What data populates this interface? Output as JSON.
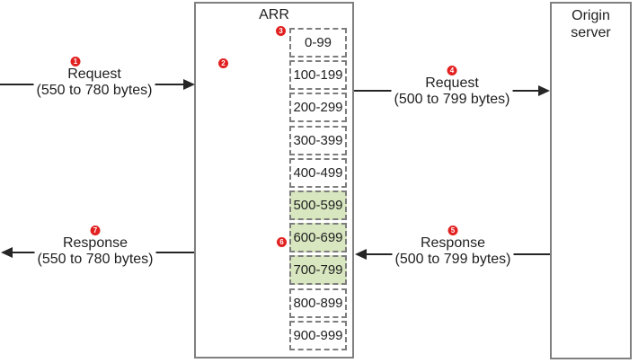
{
  "colors": {
    "step_badge_red": "#e22020",
    "cached_range_green": "#d8e7c0",
    "box_border_gray": "#808080",
    "arrow_black": "#262626"
  },
  "arr": {
    "title": "ARR",
    "cache_blocks": [
      {
        "label": "0-99",
        "cached": false
      },
      {
        "label": "100-199",
        "cached": false
      },
      {
        "label": "200-299",
        "cached": false
      },
      {
        "label": "300-399",
        "cached": false
      },
      {
        "label": "400-499",
        "cached": false
      },
      {
        "label": "500-599",
        "cached": true
      },
      {
        "label": "600-699",
        "cached": true
      },
      {
        "label": "700-799",
        "cached": true
      },
      {
        "label": "800-899",
        "cached": false
      },
      {
        "label": "900-999",
        "cached": false
      }
    ]
  },
  "origin": {
    "title": "Origin server"
  },
  "steps": {
    "step2": "2",
    "step3": "3",
    "step6": "6"
  },
  "arrows": {
    "client_request": {
      "badge": "1",
      "title": "Request",
      "detail": "(550 to 780 bytes)"
    },
    "origin_request": {
      "badge": "4",
      "title": "Request",
      "detail": "(500 to 799 bytes)"
    },
    "origin_response": {
      "badge": "5",
      "title": "Response",
      "detail": "(500 to 799 bytes)"
    },
    "client_response": {
      "badge": "7",
      "title": "Response",
      "detail": "(550 to 780 bytes)"
    }
  }
}
